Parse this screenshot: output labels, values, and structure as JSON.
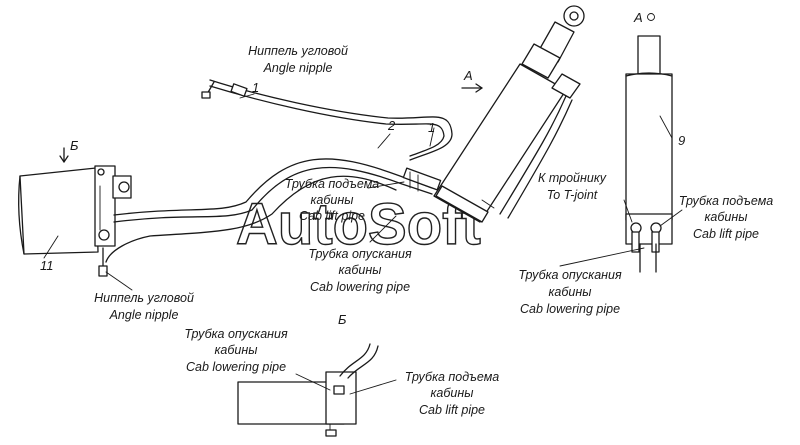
{
  "labels": {
    "angle_nipple_top_ru": "Ниппель угловой",
    "angle_nipple_top_en": "Angle nipple",
    "angle_nipple_bottom_ru": "Ниппель угловой",
    "angle_nipple_bottom_en": "Angle nipple",
    "lift_pipe_center_ru_1": "Трубка подъема",
    "lift_pipe_center_ru_2": "кабины",
    "lift_pipe_center_en": "Cab lift pipe",
    "lowering_pipe_center_ru_1": "Трубка опускания",
    "lowering_pipe_center_ru_2": "кабины",
    "lowering_pipe_center_en": "Cab lowering pipe",
    "tee_ru": "К тройнику",
    "tee_en": "To T-joint",
    "lift_pipe_right_ru_1": "Трубка подъема",
    "lift_pipe_right_ru_2": "кабины",
    "lift_pipe_right_en": "Cab lift pipe",
    "lowering_pipe_right_ru_1": "Трубка опускания",
    "lowering_pipe_right_ru_2": "кабины",
    "lowering_pipe_right_en": "Cab lowering pipe",
    "lowering_pipe_bottom_ru_1": "Трубка опускания",
    "lowering_pipe_bottom_ru_2": "кабины",
    "lowering_pipe_bottom_en": "Cab lowering pipe",
    "lift_pipe_bottom_ru_1": "Трубка подъема",
    "lift_pipe_bottom_ru_2": "кабины",
    "lift_pipe_bottom_en": "Cab lift pipe"
  },
  "callouts": {
    "n1_top": "1",
    "n1_mid": "1",
    "n2": "2",
    "n9": "9",
    "n11": "11"
  },
  "views": {
    "view_a_arrow": "А",
    "view_a_title": "А",
    "view_b_arrow": "Б",
    "view_b_title": "Б"
  },
  "watermark": "AutoSoft"
}
